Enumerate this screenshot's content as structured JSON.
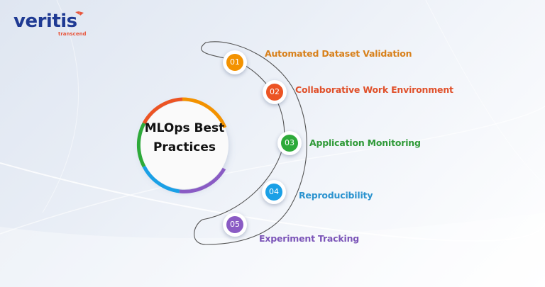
{
  "brand": {
    "name": "veritis",
    "tagline": "transcend",
    "name_color": "#1f3a93",
    "tagline_color": "#e8553b"
  },
  "center": {
    "title_line1": "MLOps Best",
    "title_line2": "Practices"
  },
  "steps": [
    {
      "number": "01",
      "label": "Automated Dataset Validation",
      "color": "#f39200",
      "label_color": "#d8801a"
    },
    {
      "number": "02",
      "label": "Collaborative Work Environment",
      "color": "#ec5424",
      "label_color": "#e0502a"
    },
    {
      "number": "03",
      "label": "Application Monitoring",
      "color": "#2eaa3a",
      "label_color": "#2f9a37"
    },
    {
      "number": "04",
      "label": "Reproducibility",
      "color": "#1aa0e6",
      "label_color": "#2b93cf"
    },
    {
      "number": "05",
      "label": "Experiment Tracking",
      "color": "#8a5bc4",
      "label_color": "#7b55b8"
    }
  ]
}
